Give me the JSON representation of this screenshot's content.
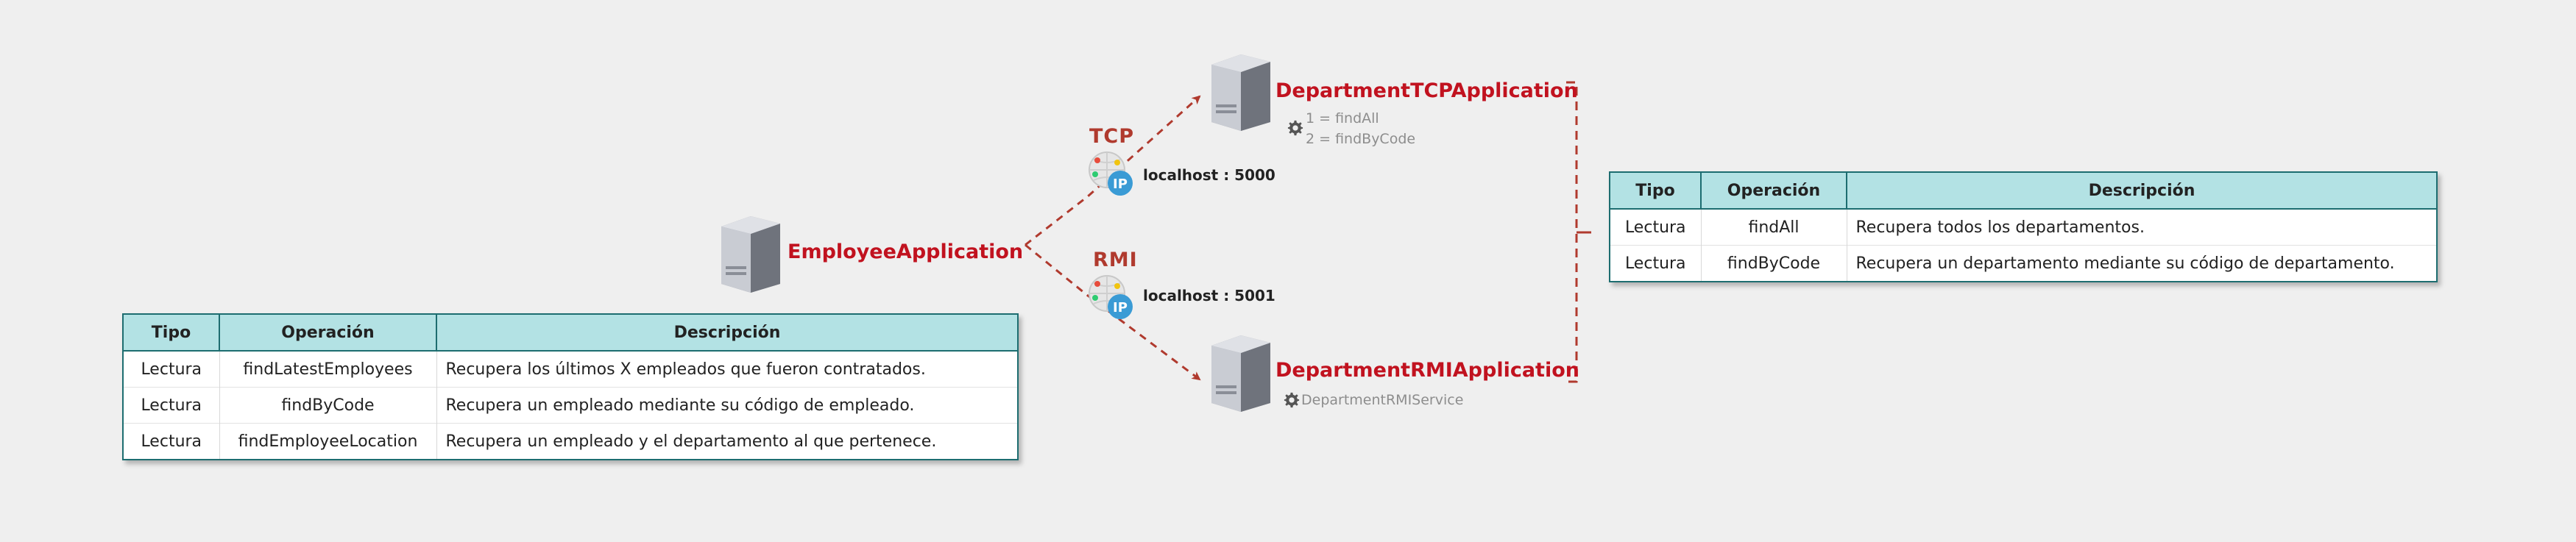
{
  "nodes": {
    "employee": {
      "title": "EmployeeApplication"
    },
    "tcp_app": {
      "title": "DepartmentTCPApplication",
      "notes": [
        "1 = findAll",
        "2 = findByCode"
      ]
    },
    "rmi_app": {
      "title": "DepartmentRMIApplication",
      "notes": [
        "DepartmentRMIService"
      ]
    }
  },
  "connections": {
    "tcp": {
      "protocol": "TCP",
      "endpoint": "localhost : 5000",
      "badge": "IP"
    },
    "rmi": {
      "protocol": "RMI",
      "endpoint": "localhost : 5001",
      "badge": "IP"
    }
  },
  "employee_table": {
    "headers": [
      "Tipo",
      "Operación",
      "Descripción"
    ],
    "rows": [
      [
        "Lectura",
        "findLatestEmployees",
        "Recupera los últimos X empleados que fueron contratados."
      ],
      [
        "Lectura",
        "findByCode",
        "Recupera un empleado mediante su código de empleado."
      ],
      [
        "Lectura",
        "findEmployeeLocation",
        "Recupera un empleado y el departamento al que pertenece."
      ]
    ]
  },
  "department_table": {
    "headers": [
      "Tipo",
      "Operación",
      "Descripción"
    ],
    "rows": [
      [
        "Lectura",
        "findAll",
        "Recupera todos los departamentos."
      ],
      [
        "Lectura",
        "findByCode",
        "Recupera un departamento mediante su código de departamento."
      ]
    ]
  },
  "colors": {
    "title_red": "#c1121f",
    "arrow_red": "#b03a2e",
    "table_header": "#b3e2e4",
    "table_border": "#1d6d70",
    "ip_badge": "#3a9bd5"
  }
}
